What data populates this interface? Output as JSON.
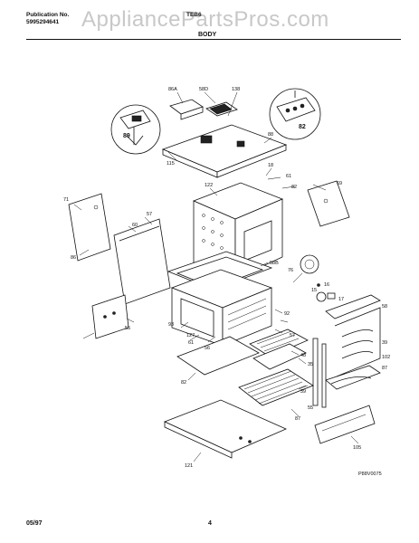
{
  "header": {
    "publication_label": "Publication No.",
    "publication_number": "5995294641",
    "model": "TEB6",
    "watermark": "AppliancePartsPros.com",
    "section_title": "BODY"
  },
  "footer": {
    "date": "05/97",
    "page": "4",
    "figure_code": "P88V0075"
  },
  "callouts": [
    "86A",
    "58D",
    "138",
    "89",
    "82",
    "115",
    "88",
    "18",
    "61",
    "82",
    "69",
    "71",
    "122",
    "60",
    "57",
    "86",
    "55",
    "58B",
    "76",
    "16",
    "15",
    "17",
    "58",
    "39",
    "102",
    "87",
    "61",
    "92",
    "127",
    "93",
    "56",
    "48",
    "82",
    "57",
    "35",
    "39",
    "55",
    "87",
    "105",
    "121"
  ]
}
